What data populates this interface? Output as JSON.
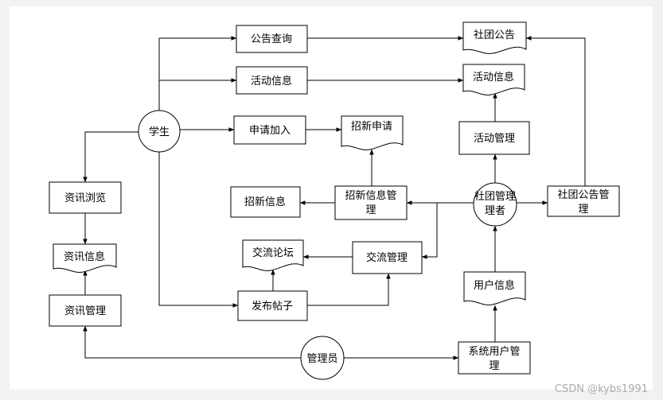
{
  "nodes": {
    "student": "学生",
    "admin": "管理员",
    "club_manager": [
      "社团管理",
      "理者"
    ],
    "notice_query": "公告查询",
    "activity_info_process": "活动信息",
    "apply_join": "申请加入",
    "publish_post": "发布帖子",
    "news_browse": "资讯浏览",
    "news_manage": "资讯管理",
    "recruit_info": "招新信息",
    "recruit_manage": [
      "招新信息管",
      "理"
    ],
    "exchange_manage": "交流管理",
    "activity_manage": "活动管理",
    "notice_manage": [
      "社团公告管",
      "理"
    ],
    "system_user_manage": [
      "系统用户管",
      "理"
    ],
    "club_notice_doc": "社团公告",
    "activity_info_doc": "活动信息",
    "recruit_apply_doc": "招新申请",
    "news_info_doc": "资讯信息",
    "forum_doc": "交流论坛",
    "user_info_doc": "用户信息"
  },
  "watermark": "CSDN @kybs1991"
}
